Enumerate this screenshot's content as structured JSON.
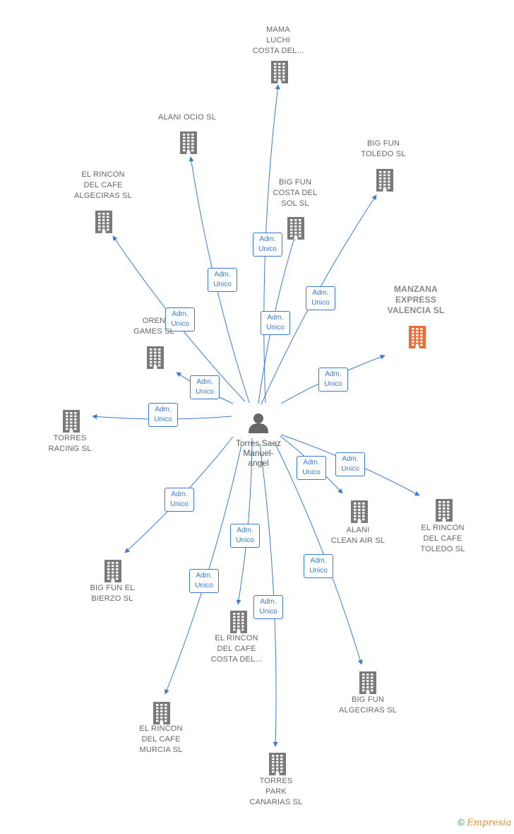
{
  "center": {
    "name": "Torres Saez\nManuel-\nangel",
    "icon": "person-icon"
  },
  "relation_label": "Adm.\nUnico",
  "colors": {
    "edge": "#3a7bd5",
    "building": "#7a7a7a",
    "highlight": "#f06a35"
  },
  "nodes": [
    {
      "id": "mama-luchi",
      "label": "MAMA\nLUCHI\nCOSTA DEL...",
      "highlight": false
    },
    {
      "id": "alani-ocio",
      "label": "ALANI OCIO  SL",
      "highlight": false
    },
    {
      "id": "big-fun-toledo",
      "label": "BIG FUN\nTOLEDO SL",
      "highlight": false
    },
    {
      "id": "el-rincon-algeciras",
      "label": "EL RINCON\nDEL CAFE\nALGECIRAS SL",
      "highlight": false
    },
    {
      "id": "big-fun-costa-del-sol",
      "label": "BIG FUN\nCOSTA DEL\nSOL SL",
      "highlight": false
    },
    {
      "id": "manzana-express",
      "label": "MANZANA\nEXPRESS\nVALENCIA  SL",
      "highlight": true
    },
    {
      "id": "oren-games",
      "label": "OREN\nGAMES  SL",
      "highlight": false
    },
    {
      "id": "torres-racing",
      "label": "TORRES\nRACING  SL",
      "highlight": false
    },
    {
      "id": "alani-clean-air",
      "label": "ALANI\nCLEAN AIR  SL",
      "highlight": false
    },
    {
      "id": "el-rincon-toledo",
      "label": "EL RINCON\nDEL CAFE\nTOLEDO  SL",
      "highlight": false
    },
    {
      "id": "big-fun-bierzo",
      "label": "BIG FUN EL\nBIERZO SL",
      "highlight": false
    },
    {
      "id": "el-rincon-costa",
      "label": "EL RINCON\nDEL CAFE\nCOSTA DEL...",
      "highlight": false
    },
    {
      "id": "big-fun-algeciras",
      "label": "BIG FUN\nALGECIRAS SL",
      "highlight": false
    },
    {
      "id": "el-rincon-murcia",
      "label": "EL RINCON\nDEL CAFE\nMURCIA SL",
      "highlight": false
    },
    {
      "id": "torres-park",
      "label": "TORRES\nPARK\nCANARIAS  SL",
      "highlight": false
    }
  ],
  "footer": {
    "copyright": "©",
    "brand": "Empresia"
  }
}
